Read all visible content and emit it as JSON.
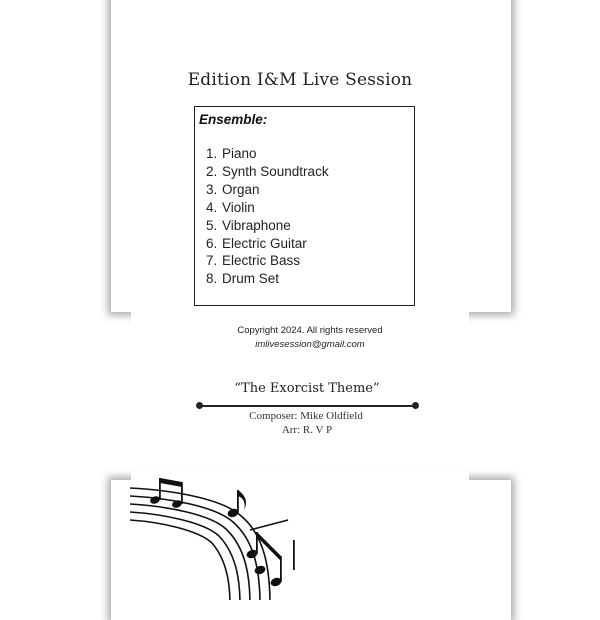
{
  "header": {
    "edition": "Edition I&M Live Session"
  },
  "ensemble": {
    "title": "Ensemble:",
    "instruments": [
      {
        "num": "1.",
        "name": "Piano"
      },
      {
        "num": "2.",
        "name": "Synth Soundtrack"
      },
      {
        "num": "3.",
        "name": "Organ"
      },
      {
        "num": "4.",
        "name": "Violin"
      },
      {
        "num": "5.",
        "name": "Vibraphone"
      },
      {
        "num": "6.",
        "name": "Electric Guitar"
      },
      {
        "num": "7.",
        "name": "Electric Bass"
      },
      {
        "num": "8.",
        "name": "Drum Set"
      }
    ]
  },
  "footer": {
    "copyright": "Copyright 2024. All rights reserved",
    "email": "imlivesession@gmail.com"
  },
  "piece": {
    "title": "“The Exorcist Theme”",
    "composer": "Composer: Mike Oldfield",
    "arranger": "Arr: R. V P"
  }
}
